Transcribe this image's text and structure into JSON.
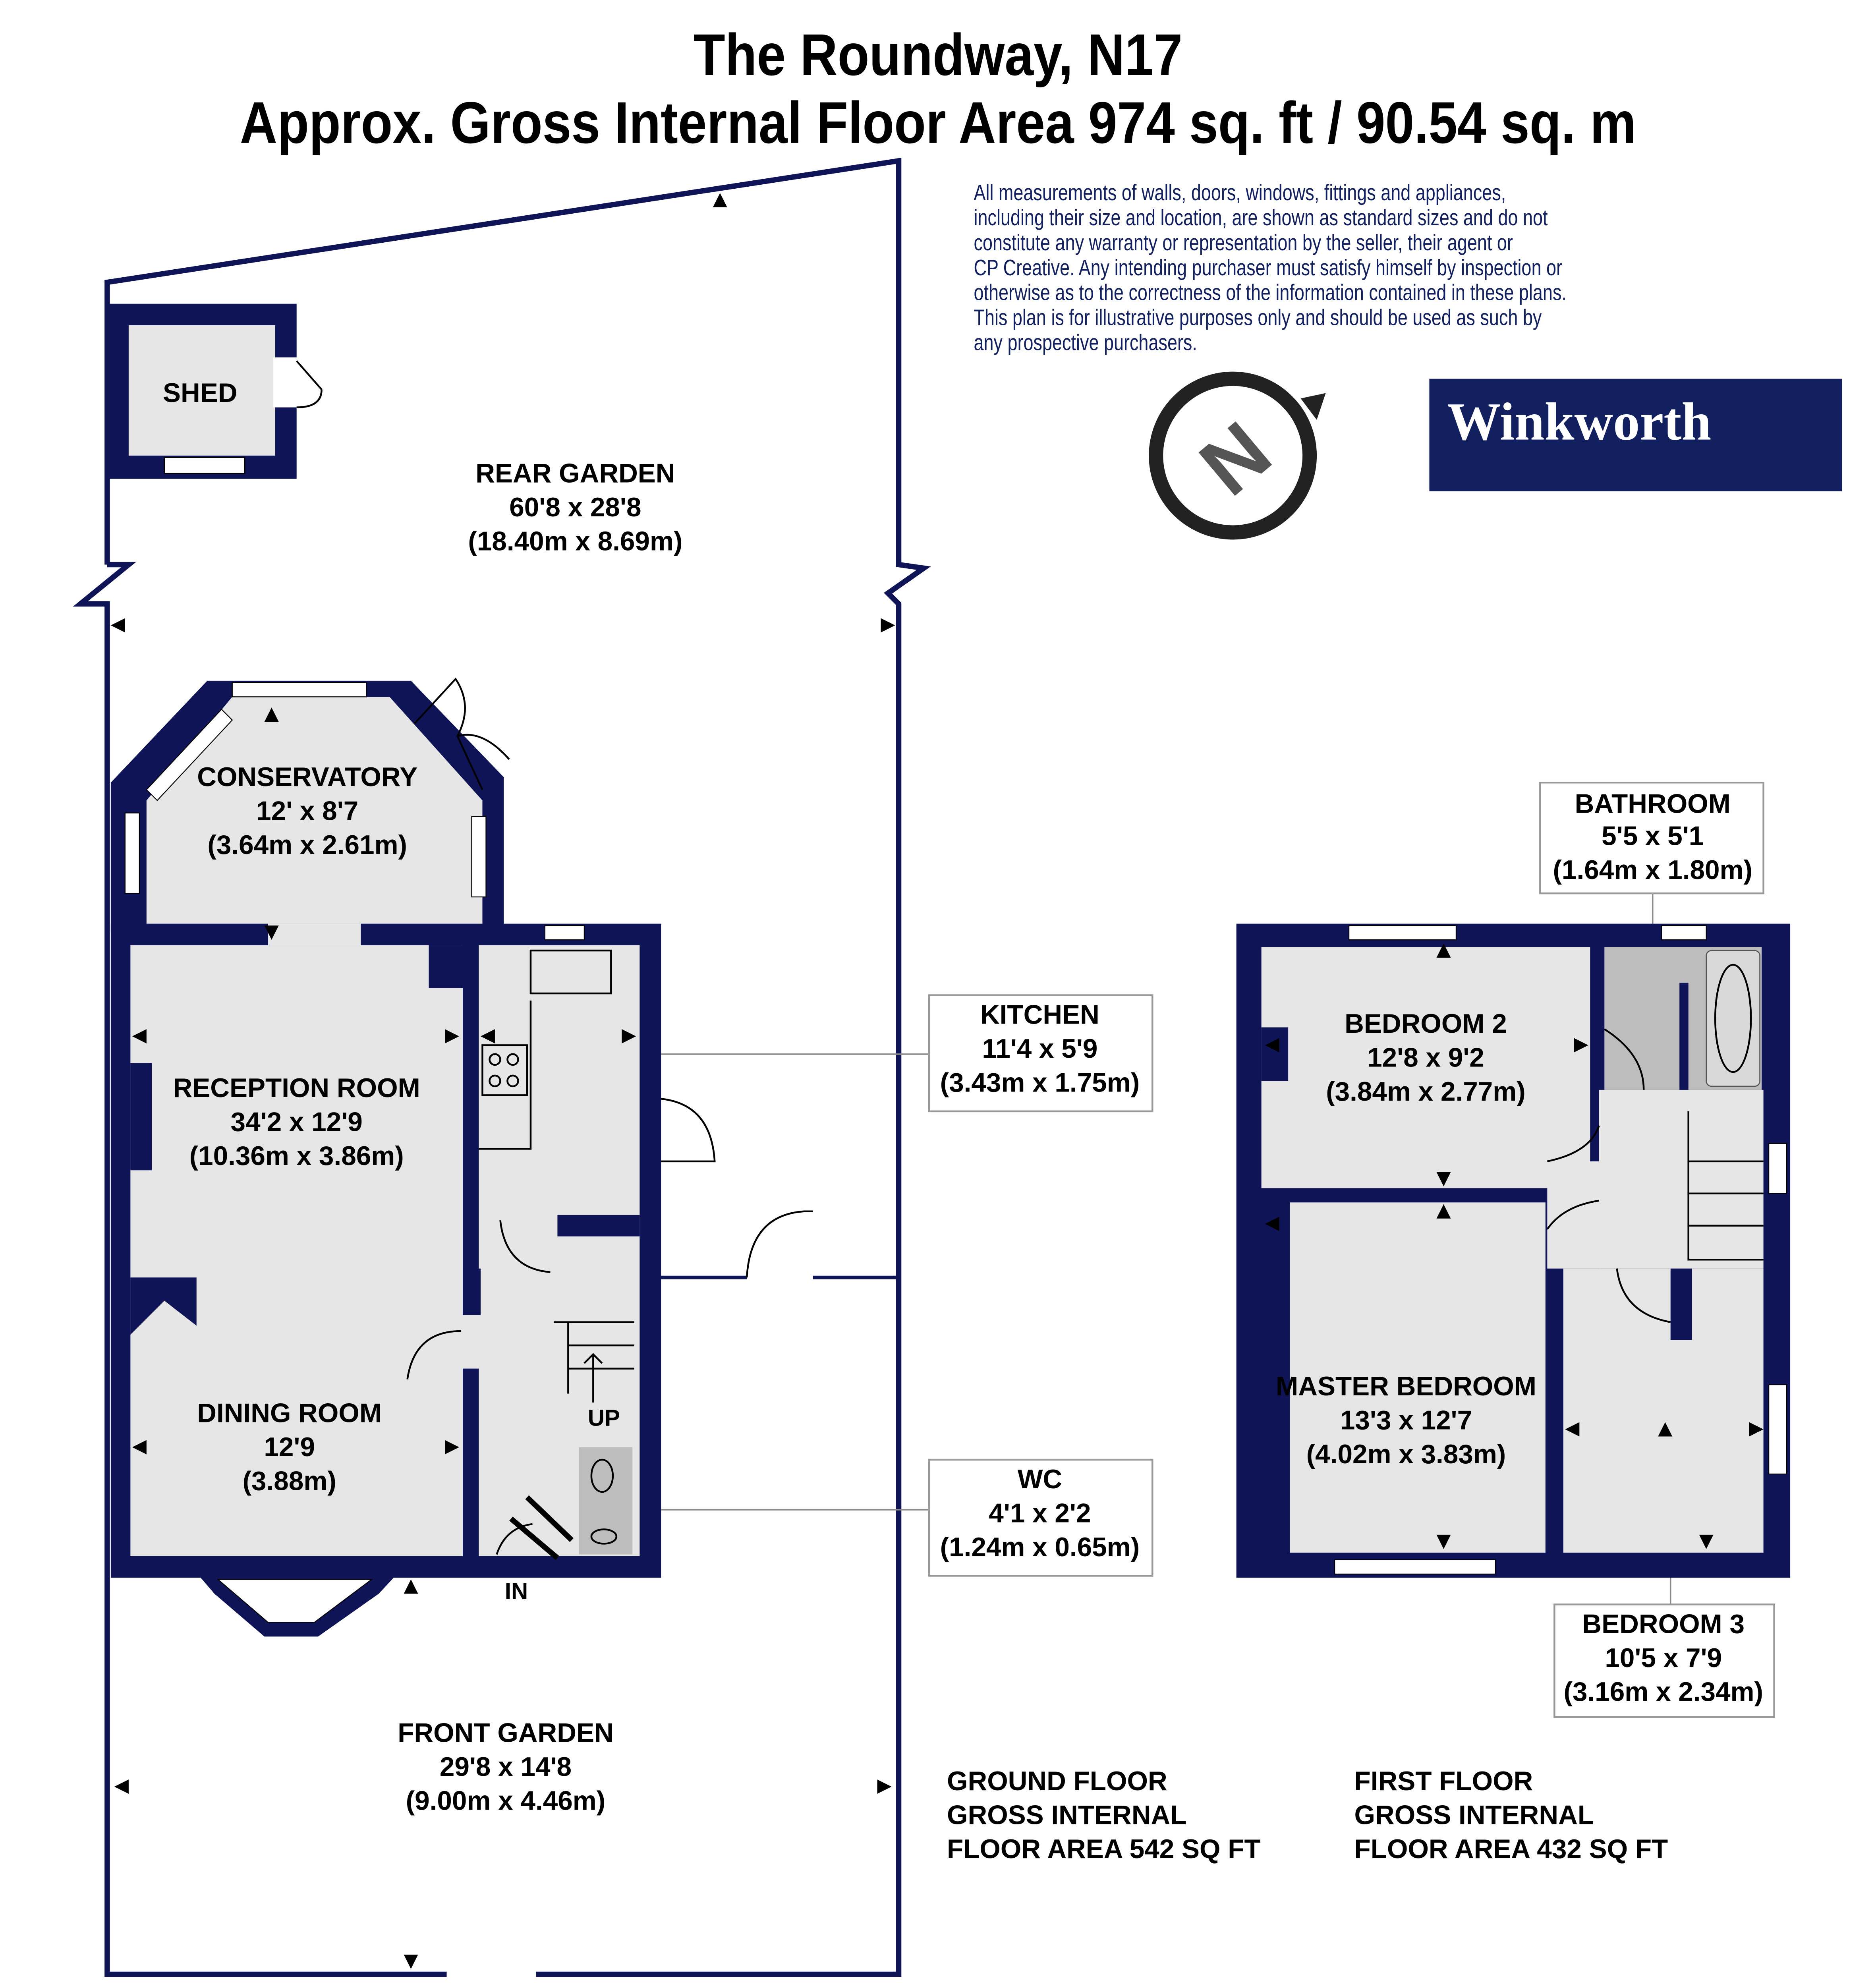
{
  "header": {
    "title": "The Roundway, N17",
    "subtitle": "Approx. Gross Internal Floor Area 974 sq. ft / 90.54 sq. m"
  },
  "rooms": {
    "shed": {
      "name": "SHED"
    },
    "rear_garden": {
      "name": "REAR GARDEN",
      "imperial": "60'8 x 28'8",
      "metric": "(18.40m x 8.69m)"
    },
    "conservatory": {
      "name": "CONSERVATORY",
      "imperial": "12' x 8'7",
      "metric": "(3.64m x 2.61m)"
    },
    "reception": {
      "name": "RECEPTION ROOM",
      "imperial": "34'2 x 12'9",
      "metric": "(10.36m x 3.86m)"
    },
    "dining": {
      "name": "DINING ROOM",
      "imperial": "12'9",
      "metric": "(3.88m)"
    },
    "kitchen": {
      "name": "KITCHEN",
      "imperial": "11'4 x 5'9",
      "metric": "(3.43m x 1.75m)"
    },
    "wc": {
      "name": "WC",
      "imperial": "4'1 x 2'2",
      "metric": "(1.24m x 0.65m)"
    },
    "front_garden": {
      "name": "FRONT GARDEN",
      "imperial": "29'8 x 14'8",
      "metric": "(9.00m x 4.46m)"
    },
    "bathroom": {
      "name": "BATHROOM",
      "imperial": "5'5 x 5'1",
      "metric": "(1.64m x 1.80m)"
    },
    "bedroom2": {
      "name": "BEDROOM 2",
      "imperial": "12'8 x 9'2",
      "metric": "(3.84m x 2.77m)"
    },
    "master": {
      "name": "MASTER BEDROOM",
      "imperial": "13'3 x 12'7",
      "metric": "(4.02m x 3.83m)"
    },
    "bedroom3": {
      "name": "BEDROOM 3",
      "imperial": "10'5 x 7'9",
      "metric": "(3.16m x 2.34m)"
    }
  },
  "markers": {
    "up": "UP",
    "in": "IN",
    "north": "N"
  },
  "ground_floor": {
    "line1": "GROUND FLOOR",
    "line2": "GROSS INTERNAL",
    "line3": "FLOOR AREA 542 SQ FT"
  },
  "first_floor": {
    "line1": "FIRST FLOOR",
    "line2": "GROSS INTERNAL",
    "line3": "FLOOR AREA 432 SQ FT"
  },
  "disclaimer": [
    "All measurements of walls, doors, windows, fittings and appliances,",
    "including their size and location, are shown as standard sizes and do not",
    "constitute any warranty or representation by the seller, their agent or",
    "CP Creative. Any intending purchaser must satisfy himself by inspection or",
    "otherwise as to the correctness of the information contained in these plans.",
    "This plan is for illustrative purposes only and should be used as such by",
    "any prospective purchasers."
  ],
  "logo": {
    "text": "Winkworth",
    "background": "#13205f"
  },
  "colors": {
    "wall": "#0f1457",
    "floor": "#e6e6e6"
  }
}
